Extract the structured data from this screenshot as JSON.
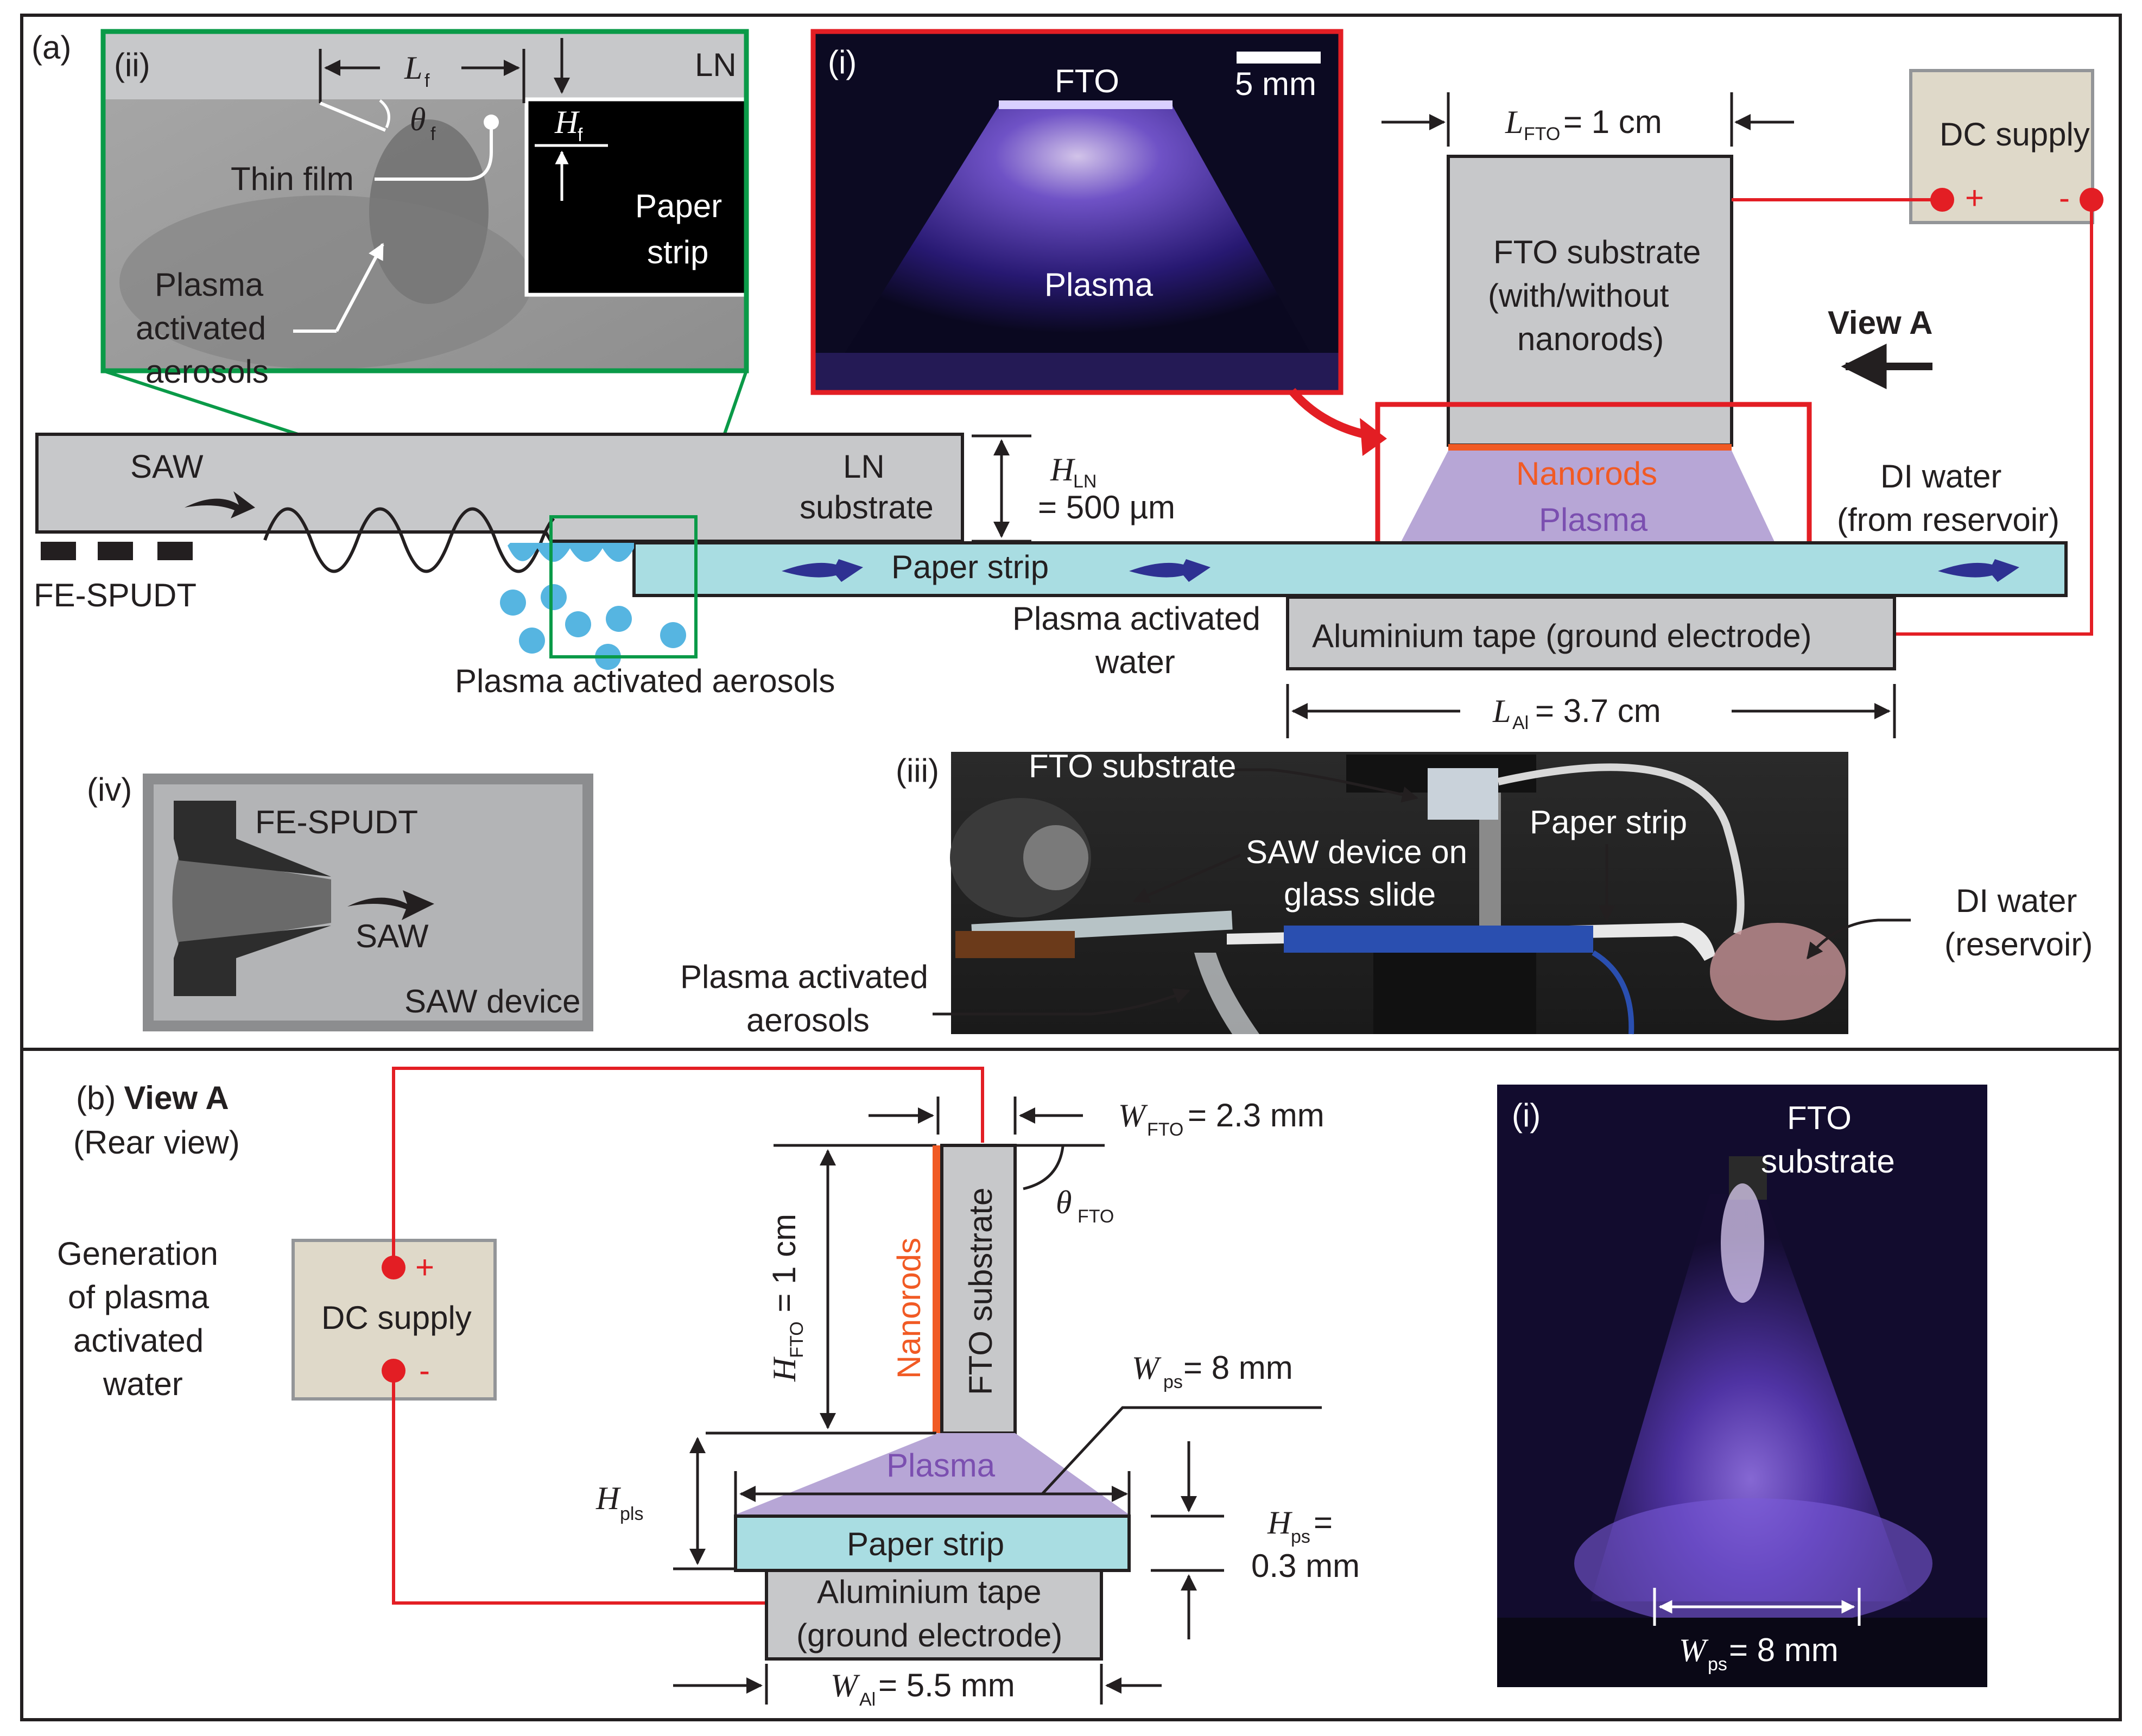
{
  "colors": {
    "red": "#e31e24",
    "green": "#0a9a48",
    "paper": "#a9dde2",
    "grey_box": "#c7c8ca",
    "dc_box": "#dfd9c9",
    "plasma": "#b7a6d6",
    "nanorods": "#f15a24",
    "aerosol": "#56b5e1",
    "arrow_blue": "#2e3192"
  },
  "panel_a": {
    "label": "(a)",
    "inset_ii": {
      "label": "(ii)",
      "Lf_sym": "L",
      "Lf_sub": "f",
      "theta_sym": "θ",
      "theta_sub": "f",
      "Hf_sym": "H",
      "Hf_sub": "f",
      "LN": "LN",
      "thin_film": "Thin film",
      "paper_strip_1": "Paper",
      "paper_strip_2": "strip",
      "aerosols_1": "Plasma",
      "aerosols_2": "activated",
      "aerosols_3": "aerosols"
    },
    "inset_i": {
      "label": "(i)",
      "FTO": "FTO",
      "scale": "5 mm",
      "plasma": "Plasma"
    },
    "L_FTO_sym": "L",
    "L_FTO_sub": "FTO",
    "L_FTO_val": " = 1 cm",
    "dc_supply": "DC supply",
    "plus": "+",
    "minus": "-",
    "fto_substrate_1": "FTO substrate",
    "fto_substrate_2": "(with/without",
    "fto_substrate_3": "nanorods)",
    "view_a": "View A",
    "saw": "SAW",
    "ln_substrate_1": "LN",
    "ln_substrate_2": "substrate",
    "H_LN_sym": "H",
    "H_LN_sub": "LN",
    "H_LN_val": "= 500 µm",
    "nanorods": "Nanorods",
    "plasma": "Plasma",
    "di_water_1": "DI water",
    "di_water_2": "(from reservoir)",
    "fe_spudt": "FE-SPUDT",
    "paper_strip": "Paper strip",
    "pa_water_1": "Plasma activated",
    "pa_water_2": "water",
    "al_tape": "Aluminium tape (ground electrode)",
    "pa_aerosols": "Plasma activated aerosols",
    "L_Al_sym": "L",
    "L_Al_sub": "Al",
    "L_Al_val": " = 3.7 cm",
    "inset_iv": {
      "label": "(iv)",
      "fe_spudt": "FE-SPUDT",
      "saw": "SAW",
      "saw_device": "SAW device"
    },
    "inset_iii": {
      "label": "(iii)",
      "fto_substrate": "FTO substrate",
      "saw_device_1": "SAW device on",
      "saw_device_2": "glass slide",
      "paper_strip": "Paper strip",
      "di_water_1": "DI water",
      "di_water_2": "(reservoir)",
      "aerosols_1": "Plasma activated",
      "aerosols_2": "aerosols"
    }
  },
  "panel_b": {
    "label": "(b)",
    "view_a": "View A",
    "rear_view": "(Rear view)",
    "generation_1": "Generation",
    "generation_2": "of plasma",
    "generation_3": "activated",
    "generation_4": "water",
    "dc_supply": "DC supply",
    "plus": "+",
    "minus": "-",
    "W_FTO_sym": "W",
    "W_FTO_sub": "FTO",
    "W_FTO_val": " = 2.3 mm",
    "theta_FTO_sym": "θ",
    "theta_FTO_sub": "FTO",
    "H_FTO_sym": "H",
    "H_FTO_sub": "FTO",
    "H_FTO_val": " = 1 cm",
    "nanorods": "Nanorods",
    "fto_substrate": "FTO substrate",
    "W_ps_sym": "W",
    "W_ps_sub": "ps",
    "W_ps_val": " = 8 mm",
    "H_pls_sym": "H",
    "H_pls_sub": "pls",
    "plasma": "Plasma",
    "paper_strip": "Paper strip",
    "H_ps_sym": "H",
    "H_ps_sub": "ps",
    "H_ps_eq": " =",
    "H_ps_val": "0.3 mm",
    "al_tape_1": "Aluminium tape",
    "al_tape_2": "(ground electrode)",
    "W_Al_sym": "W",
    "W_Al_sub": "Al",
    "W_Al_val": " = 5.5 mm",
    "inset_i": {
      "label": "(i)",
      "fto_1": "FTO",
      "fto_2": "substrate",
      "W_ps_sym": "W",
      "W_ps_sub": "ps",
      "W_ps_val": " = 8 mm"
    }
  }
}
